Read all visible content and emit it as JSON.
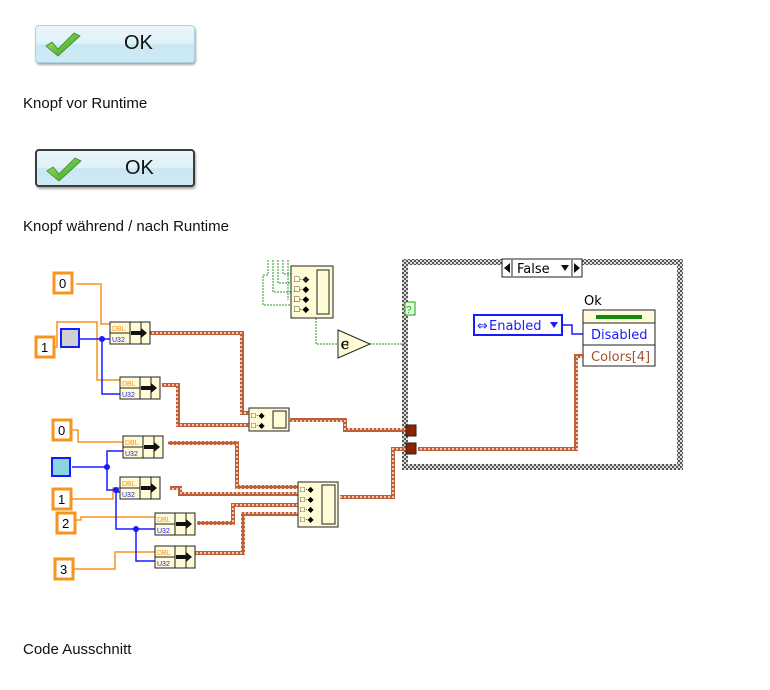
{
  "buttons": [
    {
      "label": "OK",
      "icon": "checkmark-icon",
      "state": "before-runtime"
    },
    {
      "label": "OK",
      "icon": "checkmark-icon",
      "state": "during-runtime"
    }
  ],
  "captions": {
    "before": "Knopf vor Runtime",
    "during": "Knopf während / nach Runtime",
    "code": "Code Ausschnitt"
  },
  "diagram": {
    "constants_top": [
      "0",
      "1"
    ],
    "constants_bottom": [
      "0",
      "1",
      "2",
      "3"
    ],
    "conversion_node": {
      "in1": "DBL",
      "in2": "U32"
    },
    "case_selector": "False",
    "case_terminal": "?",
    "enum_constant": "Enabled",
    "property_node": {
      "title": "Ok",
      "properties": [
        "Disabled",
        "Colors[4]"
      ]
    },
    "colors": {
      "orange_wire": "#f7941d",
      "blue_wire": "#1a1aff",
      "cluster_wire": "#a0522d",
      "boolean_wire": "#1e9e1e",
      "node_fill": "#fffbd6"
    }
  }
}
